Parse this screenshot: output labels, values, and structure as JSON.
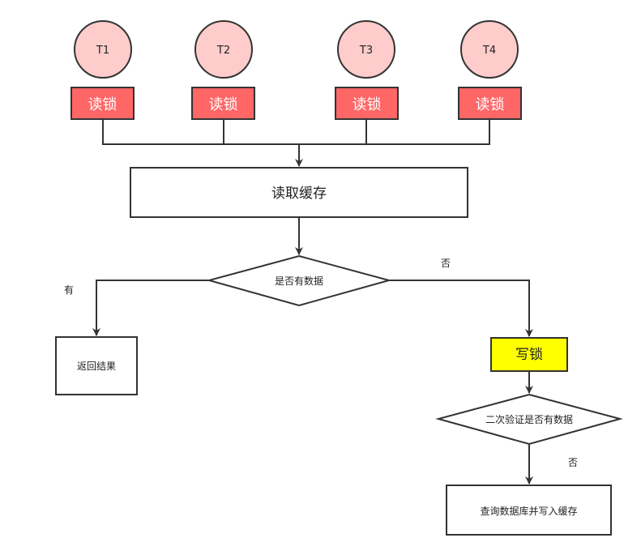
{
  "threads": [
    {
      "label": "T1",
      "lock_label": "读锁"
    },
    {
      "label": "T2",
      "lock_label": "读锁"
    },
    {
      "label": "T3",
      "lock_label": "读锁"
    },
    {
      "label": "T4",
      "lock_label": "读锁"
    }
  ],
  "read_cache": "读取缓存",
  "check_data": "是否有数据",
  "branch_yes": "有",
  "branch_no_top": "否",
  "return_result": "返回结果",
  "write_lock": "写锁",
  "double_check": "二次验证是否有数据",
  "branch_no_bottom": "否",
  "query_db": "查询数据库并写入缓存",
  "colors": {
    "thread_fill": "#ffcccc",
    "read_lock_fill": "#ff6666",
    "write_lock_fill": "#ffff00",
    "stroke": "#333333"
  }
}
